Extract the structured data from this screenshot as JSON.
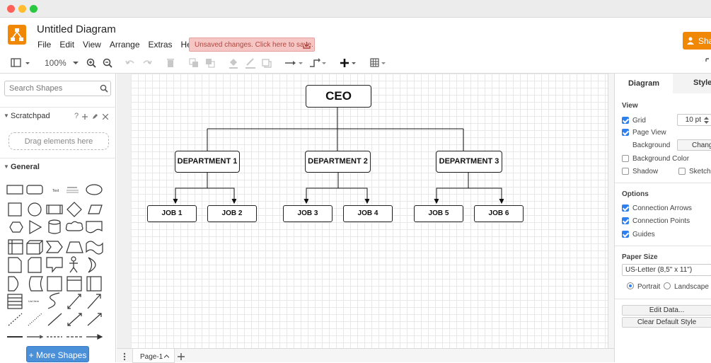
{
  "app": {
    "title": "Untitled Diagram",
    "menu": [
      "File",
      "Edit",
      "View",
      "Arrange",
      "Extras",
      "Help"
    ],
    "unsaved_notice": "Unsaved changes. Click here to save.",
    "share_label": "Sha"
  },
  "toolbar": {
    "zoom": "100%",
    "icons": [
      "format-panel-icon",
      "zoom-in-icon",
      "zoom-out-icon",
      "undo-icon",
      "redo-icon",
      "delete-icon",
      "to-front-icon",
      "to-back-icon",
      "fill-color-icon",
      "line-color-icon",
      "shadow-icon",
      "connection-icon",
      "waypoint-icon",
      "insert-icon",
      "table-icon",
      "fullscreen-icon"
    ]
  },
  "sidebar": {
    "search_placeholder": "Search Shapes",
    "scratchpad": {
      "label": "Scratchpad",
      "help": "?",
      "drop_text": "Drag elements here"
    },
    "general_label": "General",
    "more_shapes": "+ More Shapes"
  },
  "diagram": {
    "ceo": "CEO",
    "departments": [
      "DEPARTMENT 1",
      "DEPARTMENT 2",
      "DEPARTMENT 3"
    ],
    "jobs": [
      "JOB 1",
      "JOB 2",
      "JOB 3",
      "JOB 4",
      "JOB 5",
      "JOB 6"
    ]
  },
  "pages": {
    "current": "Page-1"
  },
  "format_panel": {
    "tabs": [
      "Diagram",
      "Style"
    ],
    "view_label": "View",
    "grid": {
      "label": "Grid",
      "checked": true,
      "size": "10 pt"
    },
    "page_view": {
      "label": "Page View",
      "checked": true
    },
    "background": {
      "label": "Background",
      "button": "Chang"
    },
    "background_color": {
      "label": "Background Color",
      "checked": false
    },
    "shadow": {
      "label": "Shadow",
      "checked": false
    },
    "sketch": {
      "label": "Sketch",
      "checked": false
    },
    "options_label": "Options",
    "connection_arrows": {
      "label": "Connection Arrows",
      "checked": true
    },
    "connection_points": {
      "label": "Connection Points",
      "checked": true
    },
    "guides": {
      "label": "Guides",
      "checked": true
    },
    "paper_size_label": "Paper Size",
    "paper_size": "US-Letter (8,5\" x 11\")",
    "portrait": "Portrait",
    "landscape": "Landscape",
    "edit_data": "Edit Data...",
    "clear_default_style": "Clear Default Style"
  },
  "colors": {
    "accent": "#f08705",
    "button_blue": "#4a90d9",
    "checkbox_blue": "#2f80ed",
    "unsaved_bg": "#f5c6c4",
    "unsaved_text": "#b3473f"
  }
}
